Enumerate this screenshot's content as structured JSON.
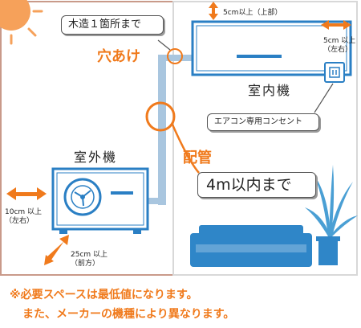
{
  "wall_label": "木造１箇所まで",
  "hole_label": "穴あけ",
  "indoor_unit": {
    "title": "室内機",
    "top_clearance": "5cm以上（上部）",
    "side_clearance": [
      "5cm 以上",
      "（左右）"
    ]
  },
  "outlet_label": "エアコン専用コンセント",
  "outdoor_unit": {
    "title": "室外機",
    "side_clearance": [
      "10cm 以上",
      "（左右）"
    ],
    "front_clearance": [
      "25cm 以上",
      "（前方）"
    ]
  },
  "piping": {
    "label": "配管",
    "length": "4m以内まで"
  },
  "notes": [
    "※必要スペースは最低値になります。",
    "また、メーカーの機種により異なります。"
  ],
  "colors": {
    "accent": "#f07a1c",
    "unit_blue": "#2a7fc4",
    "pipe": "#a9c6df",
    "wall_tan": "#c99a8a",
    "sofa": "#2f86c8",
    "plant": "#4a9fd4"
  }
}
